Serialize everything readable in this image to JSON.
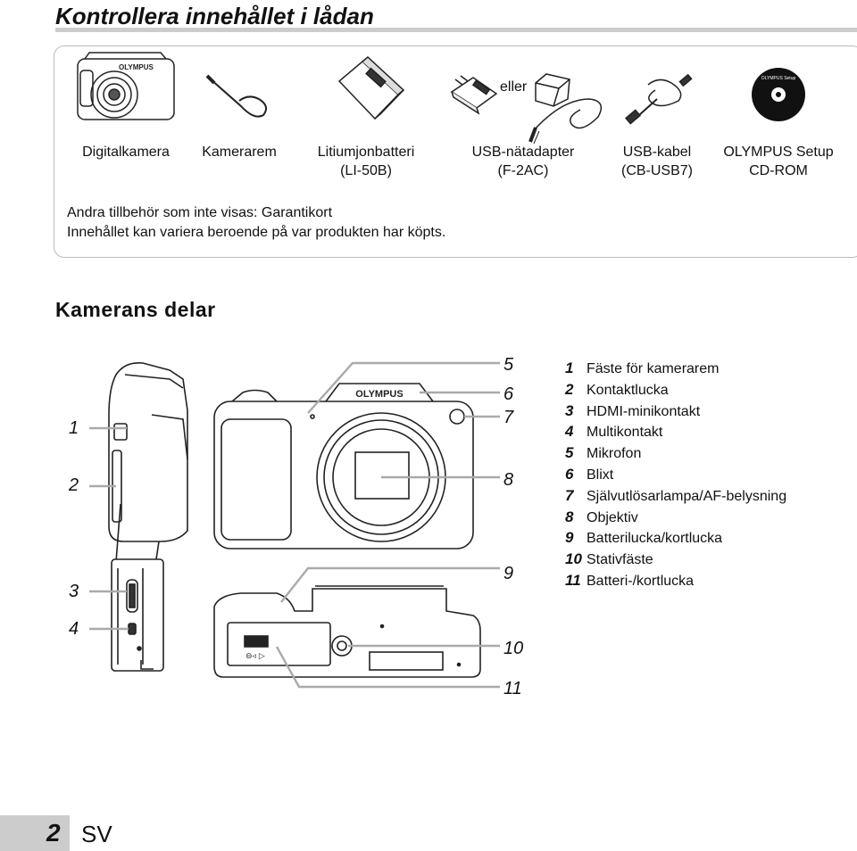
{
  "title": "Kontrollera innehållet i lådan",
  "contents": {
    "items": [
      {
        "line1": "Digitalkamera",
        "line2": ""
      },
      {
        "line1": "Kamerarem",
        "line2": ""
      },
      {
        "line1": "Litiumjonbatteri",
        "line2": "(LI-50B)"
      },
      {
        "line1": "USB-nätadapter",
        "line2": "(F-2AC)"
      },
      {
        "line1": "USB-kabel",
        "line2": "(CB-USB7)"
      },
      {
        "line1": "OLYMPUS Setup",
        "line2": "CD-ROM"
      }
    ],
    "or_label": "eller",
    "note1": "Andra tillbehör som inte visas: Garantikort",
    "note2": "Innehållet kan variera beroende på var produkten har köpts.",
    "brand_text": "OLYMPUS",
    "cd_text": "OLYMPUS Setup"
  },
  "section_title": "Kamerans delar",
  "diagram": {
    "brand_text": "OLYMPUS",
    "callouts": [
      "1",
      "2",
      "3",
      "4",
      "5",
      "6",
      "7",
      "8",
      "9",
      "10",
      "11"
    ]
  },
  "parts": [
    {
      "num": "1",
      "label": "Fäste för kamerarem"
    },
    {
      "num": "2",
      "label": "Kontaktlucka"
    },
    {
      "num": "3",
      "label": "HDMI-minikontakt"
    },
    {
      "num": "4",
      "label": "Multikontakt"
    },
    {
      "num": "5",
      "label": "Mikrofon"
    },
    {
      "num": "6",
      "label": "Blixt"
    },
    {
      "num": "7",
      "label": "Självutlösarlampa/AF-belysning"
    },
    {
      "num": "8",
      "label": "Objektiv"
    },
    {
      "num": "9",
      "label": "Batterilucka/kortlucka"
    },
    {
      "num": "10",
      "label": "Stativfäste"
    },
    {
      "num": "11",
      "label": "Batteri-/kortlucka"
    }
  ],
  "footer": {
    "page": "2",
    "lang": "SV"
  }
}
